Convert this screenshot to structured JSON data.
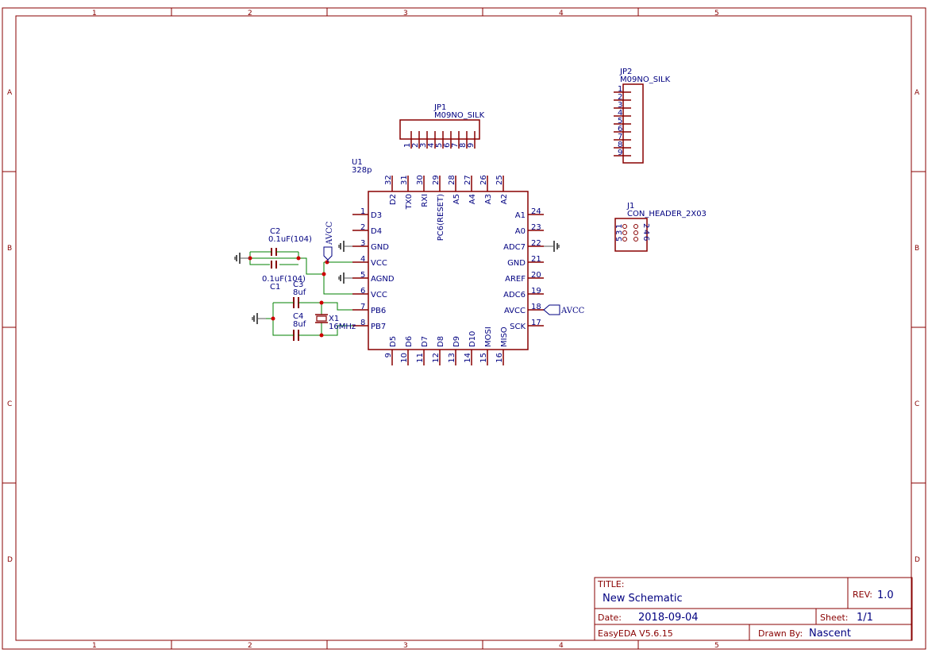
{
  "frame": {
    "columns": [
      "1",
      "2",
      "3",
      "4",
      "5"
    ],
    "rows": [
      "A",
      "B",
      "C",
      "D"
    ]
  },
  "title_block": {
    "title_label": "TITLE:",
    "title_value": "New Schematic",
    "rev_label": "REV:",
    "rev_value": "1.0",
    "date_label": "Date:",
    "date_value": "2018-09-04",
    "sheet_label": "Sheet:",
    "sheet_value": "1/1",
    "software": "EasyEDA V5.6.15",
    "drawn_label": "Drawn By:",
    "drawn_value": "Nascent"
  },
  "components": {
    "jp1": {
      "ref": "JP1",
      "value": "M09NO_SILK",
      "pins": [
        "1",
        "2",
        "3",
        "4",
        "5",
        "6",
        "7",
        "8",
        "9"
      ]
    },
    "jp2": {
      "ref": "JP2",
      "value": "M09NO_SILK",
      "pins": [
        "1",
        "2",
        "3",
        "4",
        "5",
        "6",
        "7",
        "8",
        "9"
      ]
    },
    "j1": {
      "ref": "J1",
      "value": "CON_HEADER_2X03",
      "pins_left": [
        "1",
        "3",
        "5"
      ],
      "pins_right": [
        "2",
        "4",
        "6"
      ]
    },
    "u1": {
      "ref": "U1",
      "value": "328p",
      "left_pins": [
        {
          "num": "1",
          "name": "D3"
        },
        {
          "num": "2",
          "name": "D4"
        },
        {
          "num": "3",
          "name": "GND"
        },
        {
          "num": "4",
          "name": "VCC"
        },
        {
          "num": "5",
          "name": "AGND"
        },
        {
          "num": "6",
          "name": "VCC"
        },
        {
          "num": "7",
          "name": "PB6"
        },
        {
          "num": "8",
          "name": "PB7"
        }
      ],
      "right_pins": [
        {
          "num": "24",
          "name": "A1"
        },
        {
          "num": "23",
          "name": "A0"
        },
        {
          "num": "22",
          "name": "ADC7"
        },
        {
          "num": "21",
          "name": "GND"
        },
        {
          "num": "20",
          "name": "AREF"
        },
        {
          "num": "19",
          "name": "ADC6"
        },
        {
          "num": "18",
          "name": "AVCC"
        },
        {
          "num": "17",
          "name": "SCK"
        }
      ],
      "top_pins": [
        {
          "num": "32",
          "name": "D2"
        },
        {
          "num": "31",
          "name": "TX0"
        },
        {
          "num": "30",
          "name": "RXI"
        },
        {
          "num": "29",
          "name": "PC6(RESET)"
        },
        {
          "num": "28",
          "name": "A5"
        },
        {
          "num": "27",
          "name": "A4"
        },
        {
          "num": "26",
          "name": "A3"
        },
        {
          "num": "25",
          "name": "A2"
        }
      ],
      "bottom_pins": [
        {
          "num": "9",
          "name": "D5"
        },
        {
          "num": "10",
          "name": "D6"
        },
        {
          "num": "11",
          "name": "D7"
        },
        {
          "num": "12",
          "name": "D8"
        },
        {
          "num": "13",
          "name": "D9"
        },
        {
          "num": "14",
          "name": "D10"
        },
        {
          "num": "15",
          "name": "MOSI"
        },
        {
          "num": "16",
          "name": "MISO"
        }
      ]
    },
    "c1": {
      "ref": "C1",
      "value": "0.1uF(104)"
    },
    "c2": {
      "ref": "C2",
      "value": "0.1uF(104)"
    },
    "c3": {
      "ref": "C3",
      "value": "8uf"
    },
    "c4": {
      "ref": "C4",
      "value": "8uf"
    },
    "x1": {
      "ref": "X1",
      "value": "16MHz"
    }
  },
  "nets": {
    "avcc_top": "AVCC",
    "avcc_right": "AVCC"
  },
  "colors": {
    "frame": "#880000",
    "label": "#000080",
    "wire": "#008000",
    "junction": "#cc0000"
  }
}
